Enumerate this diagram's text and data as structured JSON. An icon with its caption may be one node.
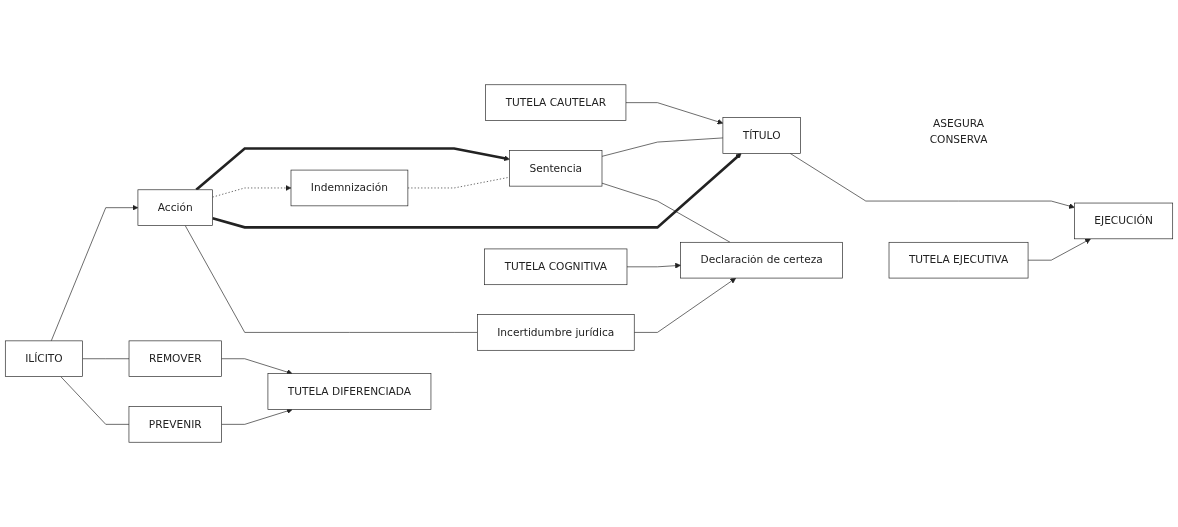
{
  "diagram": {
    "nodes": [
      {
        "text": [
          "TUTELA CAUTELAR"
        ]
      },
      {
        "text": [
          "ILÍCITO"
        ]
      },
      {
        "text": [
          "Acción"
        ]
      },
      {
        "text": [
          "Indemnización"
        ]
      },
      {
        "text": [
          "Sentencia"
        ]
      },
      {
        "text": [
          "TÍTULO"
        ],
        "beside": [
          "ASEGURA",
          "CONSERVA"
        ]
      },
      {
        "text": [
          "Incertidumbre jurídica"
        ]
      },
      {
        "text": [
          "Declaración de certeza"
        ]
      },
      {
        "text": [
          "TUTELA COGNITIVA"
        ]
      },
      {
        "text": [
          "EJECUCIÓN"
        ]
      },
      {
        "text": [
          "TUTELA EJECUTIVA"
        ]
      },
      {
        "text": [
          "REMOVER"
        ]
      },
      {
        "text": [
          "PREVENIR"
        ]
      },
      {
        "text": [
          "TUTELA DIFERENCIADA"
        ]
      }
    ],
    "edges": [
      {
        "from": 1,
        "to": 2,
        "arrow": "to"
      },
      {
        "from": 2,
        "to": 4,
        "arrow": "to",
        "style": "thick"
      },
      {
        "from": 2,
        "to": 3,
        "arrow": "to",
        "style": "dashed"
      },
      {
        "from": 2,
        "to": 5,
        "arrow": "to",
        "style": "thick"
      },
      {
        "from": 0,
        "to": 5,
        "arrow": "to"
      },
      {
        "from": 3,
        "to": 4,
        "arrow": "none",
        "style": "dashed"
      },
      {
        "from": 4,
        "to": 5,
        "arrow": "none"
      },
      {
        "from": 2,
        "to": 6,
        "arrow": "none"
      },
      {
        "from": 4,
        "to": 7,
        "arrow": "none"
      },
      {
        "from": 6,
        "to": 7,
        "arrow": "to"
      },
      {
        "from": 8,
        "to": 7,
        "arrow": "to"
      },
      {
        "from": 5,
        "to": 9,
        "arrow": "to"
      },
      {
        "from": 10,
        "to": 9,
        "arrow": "to"
      },
      {
        "from": 1,
        "to": 11,
        "arrow": "none"
      },
      {
        "from": 1,
        "to": 12,
        "arrow": "none"
      },
      {
        "from": 11,
        "to": 13,
        "arrow": "to"
      },
      {
        "from": 12,
        "to": 13,
        "arrow": "to"
      }
    ]
  }
}
